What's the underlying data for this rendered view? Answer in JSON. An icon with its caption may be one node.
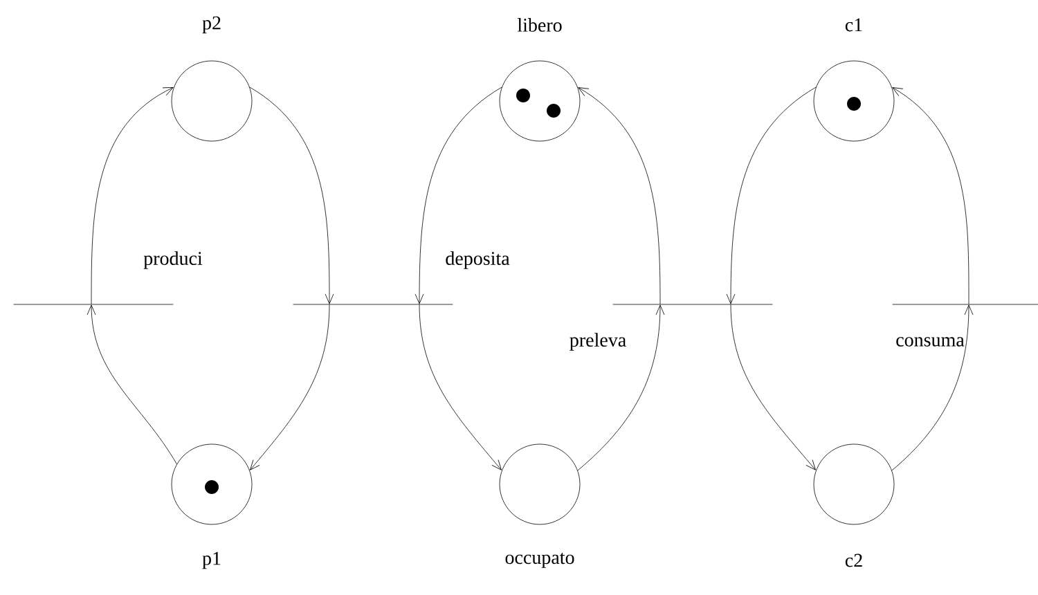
{
  "diagram": {
    "nodes": [
      {
        "text": [
          "p2"
        ]
      },
      {
        "text": [
          "libero"
        ]
      },
      {
        "text": [
          "c1"
        ]
      },
      {
        "text": [
          "produci"
        ]
      },
      {
        "text": [
          "deposita"
        ]
      },
      {
        "text": [
          "preleva"
        ]
      },
      {
        "text": [
          "consuma"
        ]
      },
      {
        "text": [
          "p1"
        ]
      },
      {
        "text": [
          "occupato"
        ]
      },
      {
        "text": [
          "c2"
        ]
      }
    ],
    "edges": [
      {
        "from": 7,
        "to": 3,
        "arrow": "to"
      },
      {
        "from": 3,
        "to": 0,
        "arrow": "to"
      },
      {
        "from": 0,
        "to": 4,
        "arrow": "to"
      },
      {
        "from": 4,
        "to": 7,
        "arrow": "to"
      },
      {
        "from": 1,
        "to": 4,
        "arrow": "to"
      },
      {
        "from": 4,
        "to": 8,
        "arrow": "to"
      },
      {
        "from": 8,
        "to": 5,
        "arrow": "to"
      },
      {
        "from": 5,
        "to": 1,
        "arrow": "to"
      },
      {
        "from": 2,
        "to": 5,
        "arrow": "to"
      },
      {
        "from": 5,
        "to": 9,
        "arrow": "to"
      },
      {
        "from": 9,
        "to": 6,
        "arrow": "to"
      },
      {
        "from": 6,
        "to": 2,
        "arrow": "to"
      }
    ]
  }
}
